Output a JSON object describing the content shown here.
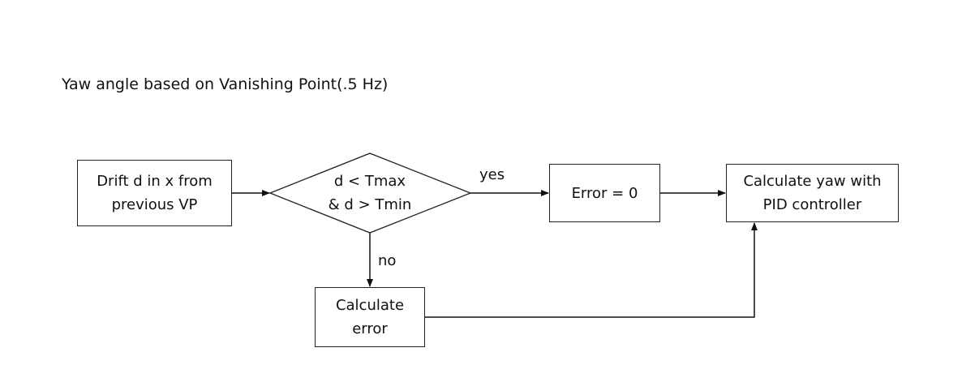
{
  "title": "Yaw angle based on Vanishing Point(.5 Hz)",
  "nodes": {
    "drift": {
      "line1": "Drift d in x from",
      "line2": "previous VP"
    },
    "decision": {
      "line1": "d < Tmax",
      "line2": "& d > Tmin"
    },
    "error_zero": {
      "line1": "Error = 0"
    },
    "pid": {
      "line1": "Calculate yaw with",
      "line2": "PID controller"
    },
    "calc_error": {
      "line1": "Calculate",
      "line2": "error"
    }
  },
  "edges": {
    "yes_label": "yes",
    "no_label": "no"
  }
}
